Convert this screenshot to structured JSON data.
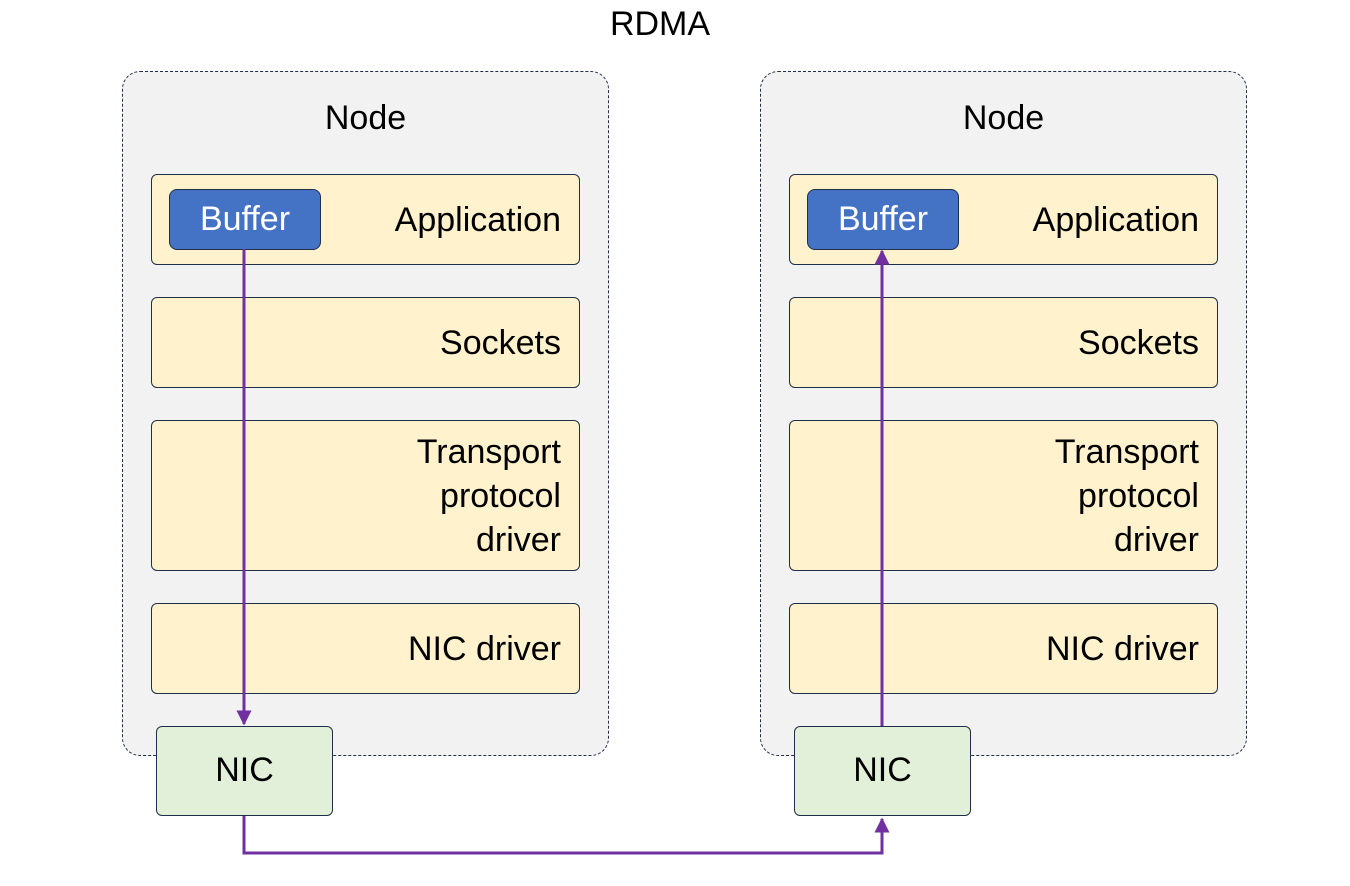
{
  "title": "RDMA",
  "nodes": [
    {
      "label": "Node",
      "buffer": "Buffer",
      "layers": {
        "application": "Application",
        "sockets": "Sockets",
        "transport": "Transport\nprotocol\ndriver",
        "nic_driver": "NIC driver"
      },
      "nic": "NIC"
    },
    {
      "label": "Node",
      "buffer": "Buffer",
      "layers": {
        "application": "Application",
        "sockets": "Sockets",
        "transport": "Transport\nprotocol\ndriver",
        "nic_driver": "NIC driver"
      },
      "nic": "NIC"
    }
  ],
  "colors": {
    "arrow": "#7030a0",
    "buffer": "#4472c4",
    "layer": "#fff2cc",
    "nic": "#e2f0d9",
    "node_bg": "#f2f2f2"
  }
}
